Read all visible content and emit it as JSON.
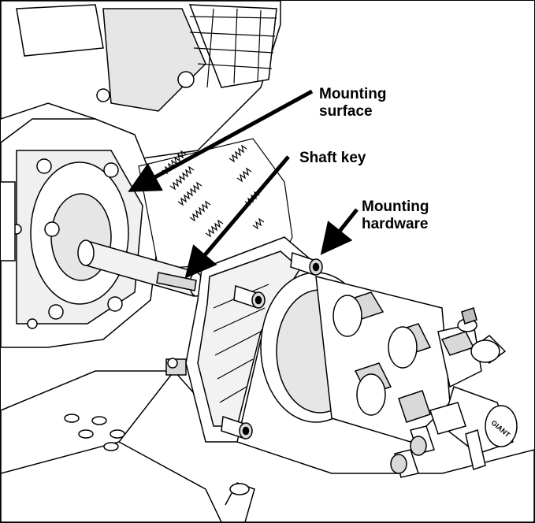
{
  "callouts": {
    "mounting_surface": [
      "Mounting",
      "surface"
    ],
    "shaft_key": "Shaft key",
    "mounting_hardware": [
      "Mounting",
      "hardware"
    ]
  },
  "brand_logo": "GIANT",
  "colors": {
    "line": "#000000",
    "fill_light": "#ffffff",
    "fill_shade": "#d9d9d9",
    "fill_mid": "#bfbfbf"
  },
  "icons": [
    "arrow-pointer",
    "pump-illustration",
    "engine-illustration"
  ]
}
